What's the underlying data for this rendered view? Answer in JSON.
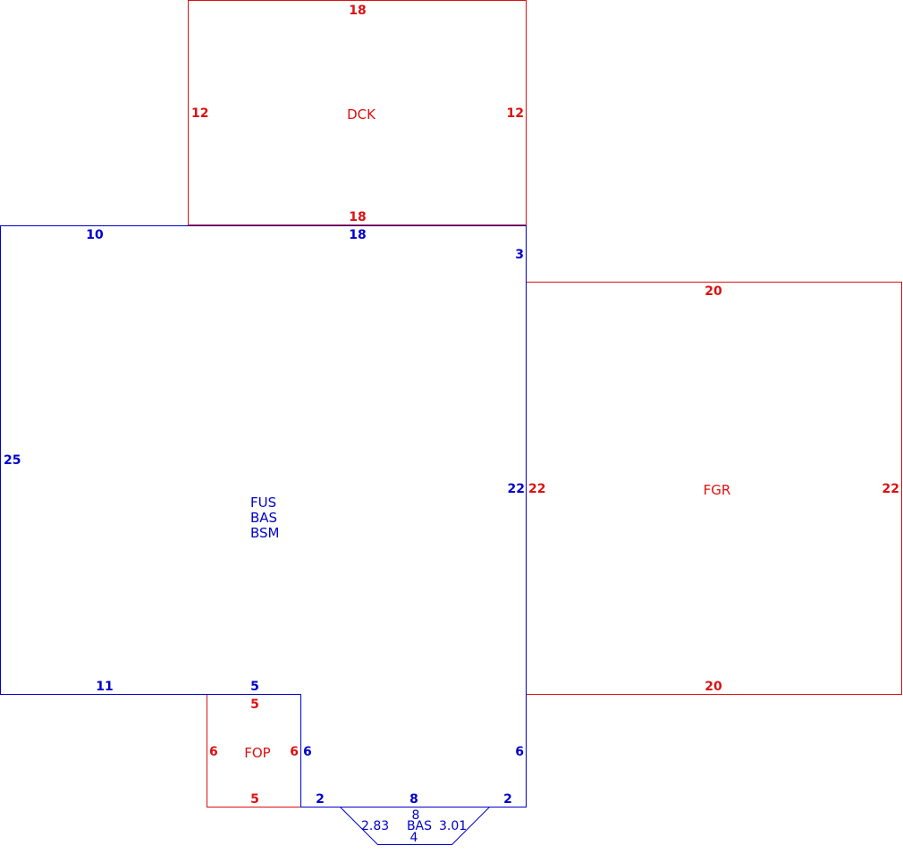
{
  "colors": {
    "main": "#0000cc",
    "addon": "#dd1111",
    "background": "#ffffff"
  },
  "areas": {
    "dck": "DCK",
    "fgr": "FGR",
    "fop": "FOP",
    "main_line1": "FUS",
    "main_line2": "BAS",
    "main_line3": "BSM",
    "bay": "BAS"
  },
  "dims": {
    "dck_top": "18",
    "dck_bottom": "18",
    "dck_left": "12",
    "dck_right": "12",
    "main_top_left": "10",
    "main_top_right": "18",
    "main_right_upper": "3",
    "main_left": "25",
    "main_right_mid": "22",
    "main_bottom_left": "11",
    "main_bottom_notch": "5",
    "main_notch_right": "6",
    "main_right_lower": "6",
    "main_bottom_a": "2",
    "main_bottom_b": "8",
    "main_bottom_c": "2",
    "fgr_top": "20",
    "fgr_bottom": "20",
    "fgr_left": "22",
    "fgr_right": "22",
    "fop_top": "5",
    "fop_bottom": "5",
    "fop_left": "6",
    "fop_right": "6",
    "bay_top": "8",
    "bay_bottom": "4",
    "bay_left": "2.83",
    "bay_right": "3.01"
  }
}
